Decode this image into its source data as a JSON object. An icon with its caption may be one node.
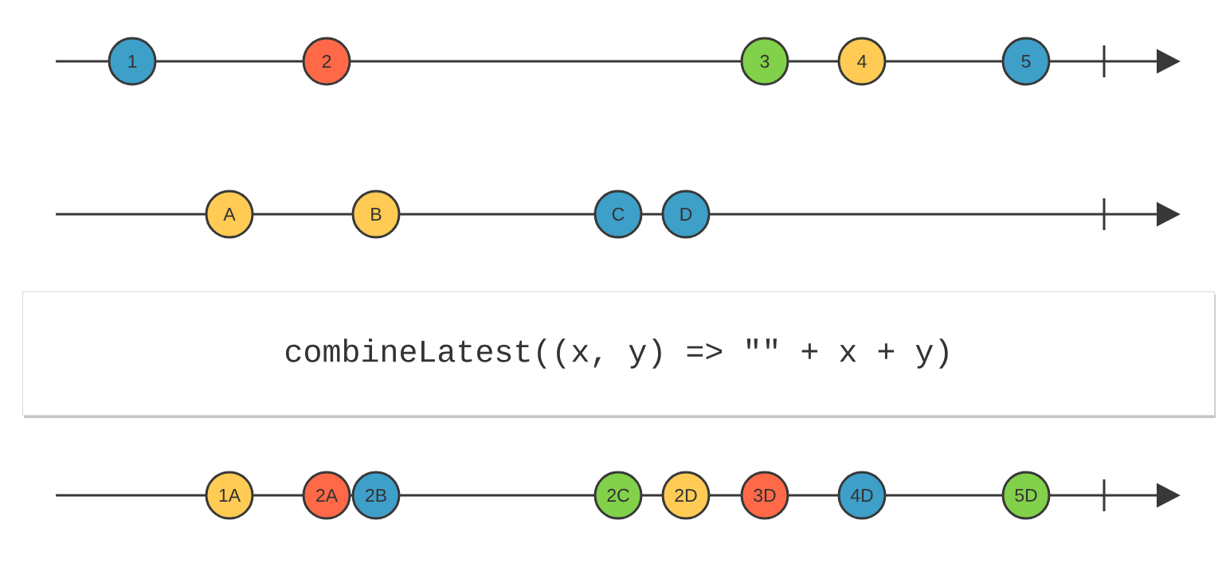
{
  "diagram": {
    "nodes": [
      {
        "text": [
          "1"
        ]
      },
      {
        "text": [
          "2"
        ]
      },
      {
        "text": [
          "3"
        ]
      },
      {
        "text": [
          "4"
        ]
      },
      {
        "text": [
          "5"
        ]
      },
      {
        "text": [
          "A"
        ]
      },
      {
        "text": [
          "B"
        ]
      },
      {
        "text": [
          "C"
        ]
      },
      {
        "text": [
          "D"
        ]
      },
      {
        "text": [
          "combineLatest((x, y) => \"\" + x + y)"
        ]
      },
      {
        "text": [
          "1A"
        ]
      },
      {
        "text": [
          "2A"
        ]
      },
      {
        "text": [
          "2B"
        ]
      },
      {
        "text": [
          "2C"
        ]
      },
      {
        "text": [
          "2D"
        ]
      },
      {
        "text": [
          "3D"
        ]
      },
      {
        "text": [
          "4D"
        ]
      },
      {
        "text": [
          "5D"
        ]
      }
    ]
  }
}
